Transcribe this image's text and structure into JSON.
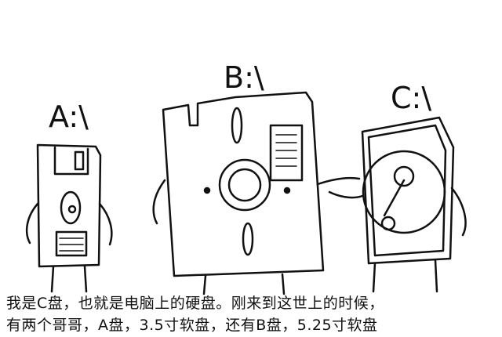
{
  "labels": {
    "a": "A:\\",
    "b": "B:\\",
    "c": "C:\\"
  },
  "caption": {
    "line1": "我是C盘，也就是电脑上的硬盘。刚来到这世上的时候，",
    "line2": "有两个哥哥，A盘，3.5寸软盘，还有B盘，5.25寸软盘"
  }
}
